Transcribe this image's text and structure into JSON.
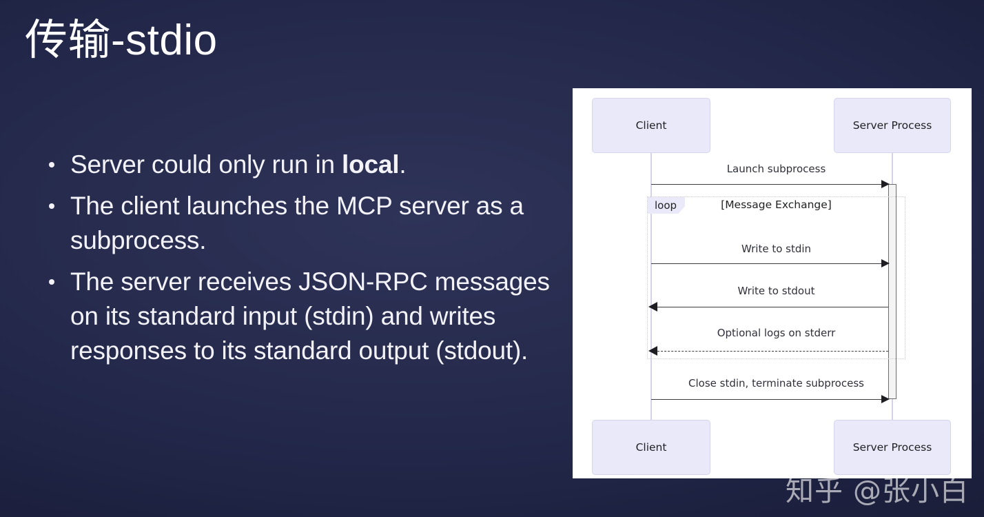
{
  "slide": {
    "title": "传输-stdio",
    "background_dark": "#1d2140",
    "background_center": "#2e3358",
    "text_color": "#f2f2f7"
  },
  "bullets": [
    {
      "pre": "Server could only run in ",
      "bold": "local",
      "post": "."
    },
    {
      "pre": "The client launches the MCP server as a subprocess.",
      "bold": "",
      "post": ""
    },
    {
      "pre": "The server receives JSON-RPC messages on its standard input (stdin) and writes responses to its standard output (stdout).",
      "bold": "",
      "post": ""
    }
  ],
  "diagram": {
    "panel_background": "#ffffff",
    "participant_fill": "#e9e9f9",
    "participants": [
      {
        "id": "client",
        "label": "Client"
      },
      {
        "id": "server",
        "label": "Server Process"
      }
    ],
    "participants_bottom": [
      {
        "id": "client",
        "label": "Client"
      },
      {
        "id": "server",
        "label": "Server Process"
      }
    ],
    "fragment": {
      "kind": "loop",
      "tab_label": "loop",
      "condition": "[Message Exchange]"
    },
    "messages": [
      {
        "label": "Launch subprocess",
        "direction": "right",
        "style": "solid"
      },
      {
        "label": "Write to stdin",
        "direction": "right",
        "style": "solid"
      },
      {
        "label": "Write to stdout",
        "direction": "left",
        "style": "solid"
      },
      {
        "label": "Optional logs on stderr",
        "direction": "left",
        "style": "dashed"
      },
      {
        "label": "Close stdin, terminate subprocess",
        "direction": "right",
        "style": "solid"
      }
    ]
  },
  "watermark": {
    "text": "知乎 @张小白"
  }
}
